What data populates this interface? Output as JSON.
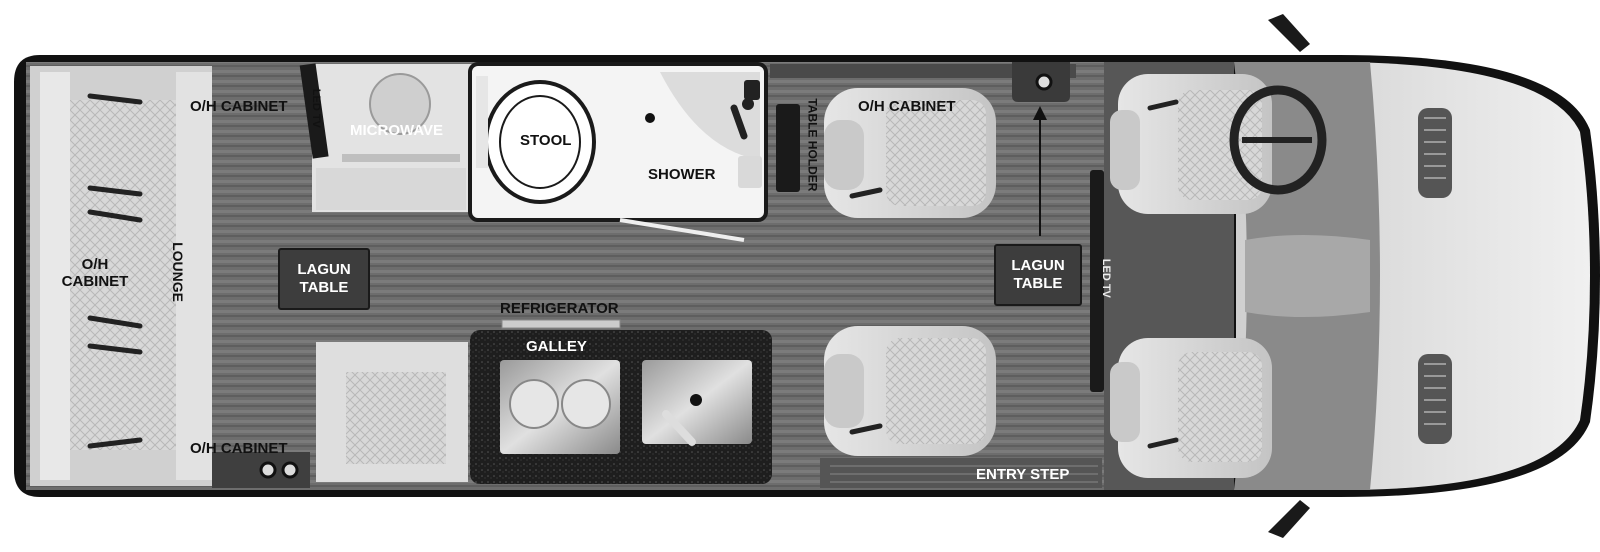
{
  "labels": {
    "oh_cabinet_top_left": "O/H CABINET",
    "led_tv_rear": "LED TV",
    "microwave": "MICROWAVE",
    "stool": "STOOL",
    "shower": "SHOWER",
    "table_holder": "TABLE HOLDER",
    "oh_cabinet_top_right": "O/H CABINET",
    "oh_cabinet_rear_1": "O/H",
    "oh_cabinet_rear_2": "CABINET",
    "lounge": "LOUNGE",
    "lagun_table_rear_1": "LAGUN",
    "lagun_table_rear_2": "TABLE",
    "refrigerator": "REFRIGERATOR",
    "galley": "GALLEY",
    "lagun_table_front_1": "LAGUN",
    "lagun_table_front_2": "TABLE",
    "led_tv_front": "LED TV",
    "oh_cabinet_bottom_left": "O/H CABINET",
    "entry_step": "ENTRY STEP"
  },
  "colors": {
    "floor": "#6a6a6a",
    "body_outline": "#111111",
    "cab_floor": "#5c5c5c",
    "countertop": "#1e1e1e",
    "bathroom": "#f2f2f2",
    "hood": "#d9d9d9"
  }
}
